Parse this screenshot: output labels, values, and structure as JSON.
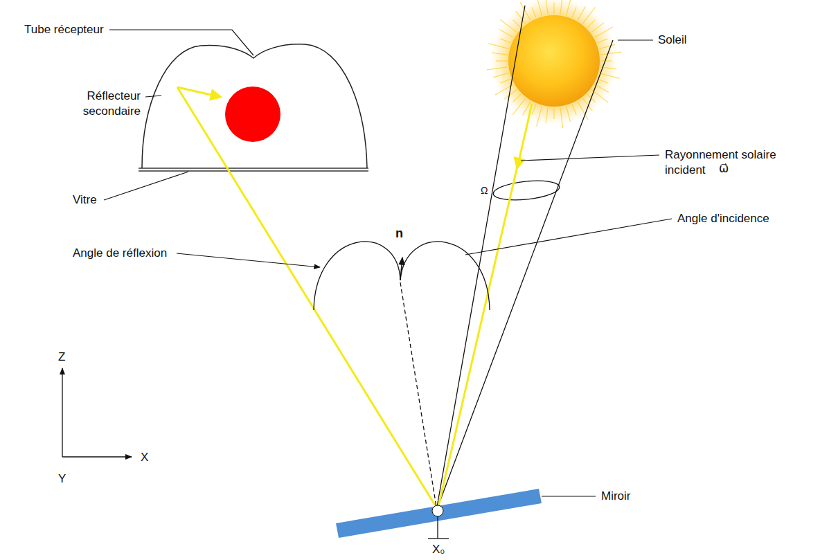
{
  "diagram": {
    "labels": [
      "Tube récepteur",
      "Réflecteur secondaire",
      "Vitre",
      "Soleil",
      "Rayonnement solaire incident",
      "ω⃗",
      "Ω",
      "Angle d'incidence",
      "Angle de réflexion",
      "n",
      "Miroir",
      "X₀",
      "Z",
      "X",
      "Y"
    ]
  }
}
